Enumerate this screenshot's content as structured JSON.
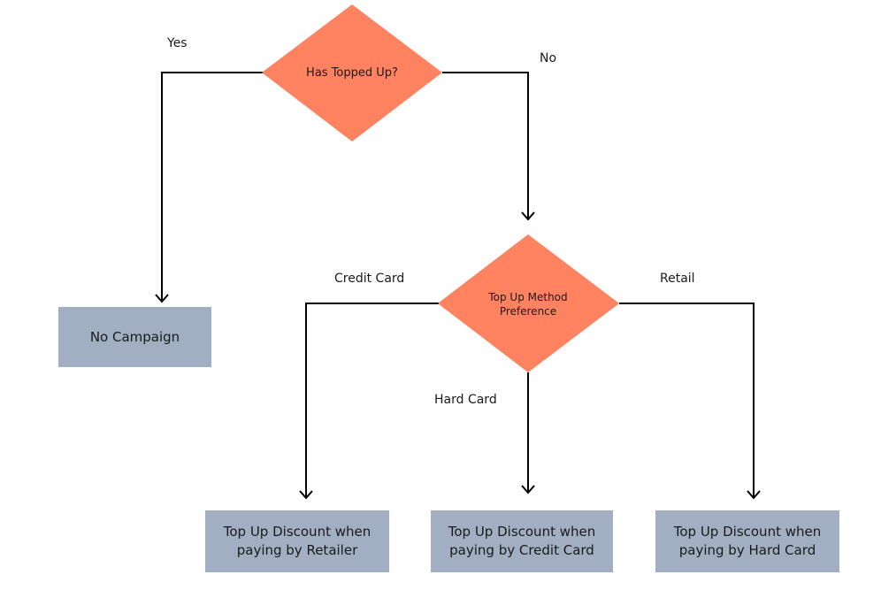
{
  "colors": {
    "decision_fill": "#ff8360",
    "box_fill": "#a2afc3",
    "line": "#000000",
    "text": "#1a1a1a"
  },
  "nodes": {
    "has_topped_up": "Has Topped Up?",
    "top_up_method": "Top Up Method Preference",
    "no_campaign": "No Campaign",
    "discount_retailer": "Top Up Discount when paying by Retailer",
    "discount_credit_card": "Top Up Discount when paying by Credit Card",
    "discount_hard_card": "Top Up Discount when paying by Hard Card"
  },
  "edges": {
    "yes": "Yes",
    "no": "No",
    "credit_card": "Credit Card",
    "hard_card": "Hard Card",
    "retail": "Retail"
  }
}
